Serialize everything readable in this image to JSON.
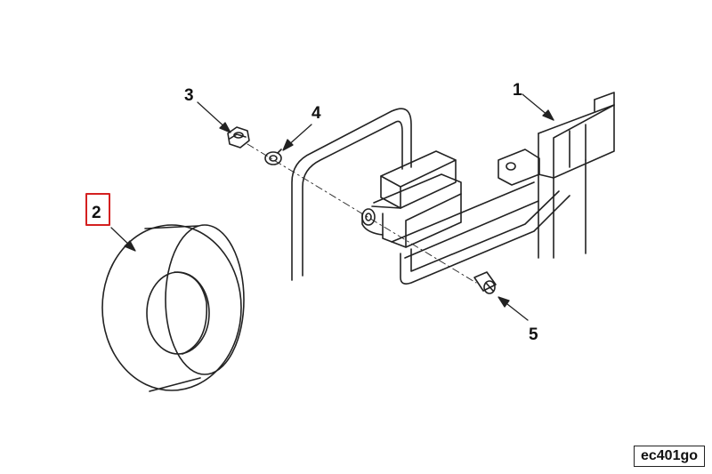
{
  "callouts": [
    {
      "id": "1",
      "label": "1",
      "highlighted": false
    },
    {
      "id": "2",
      "label": "2",
      "highlighted": true
    },
    {
      "id": "3",
      "label": "3",
      "highlighted": false
    },
    {
      "id": "4",
      "label": "4",
      "highlighted": false
    },
    {
      "id": "5",
      "label": "5",
      "highlighted": false
    }
  ],
  "reference_code": "ec401go",
  "colors": {
    "line": "#222222",
    "highlight": "#d42020",
    "background": "#ffffff"
  }
}
